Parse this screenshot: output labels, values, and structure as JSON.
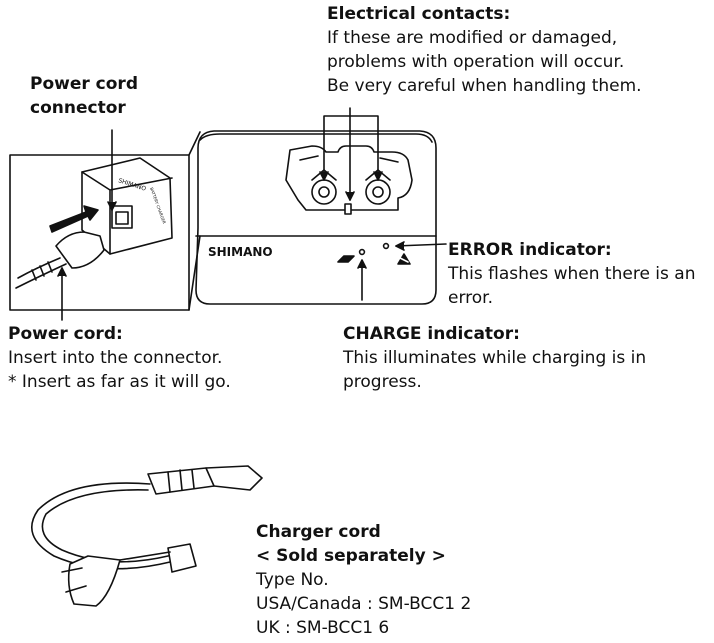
{
  "electrical_contacts": {
    "title": "Electrical contacts:",
    "lines": [
      "If these are modified or damaged,",
      "problems with operation will occur.",
      "Be very careful when handling them."
    ]
  },
  "power_cord_connector": {
    "lines": [
      "Power cord",
      "connector"
    ]
  },
  "error_indicator": {
    "title": "ERROR indicator:",
    "lines": [
      "This flashes when there is an",
      "error."
    ]
  },
  "power_cord": {
    "title": "Power cord:",
    "lines": [
      "Insert into the connector.",
      "* Insert as far as it will go."
    ]
  },
  "charge_indicator": {
    "title": "CHARGE indicator:",
    "lines": [
      "This illuminates while charging is in",
      "progress."
    ]
  },
  "device": {
    "brand": "SHIMANO",
    "side_brand": "SHIMANO",
    "side_text": "BATTERY CHARGER"
  },
  "charger_cord": {
    "title": "Charger cord",
    "subtitle": "< Sold separately >",
    "lines": [
      "Type No.",
      "USA/Canada : SM-BCC1 2",
      "UK : SM-BCC1 6"
    ]
  }
}
